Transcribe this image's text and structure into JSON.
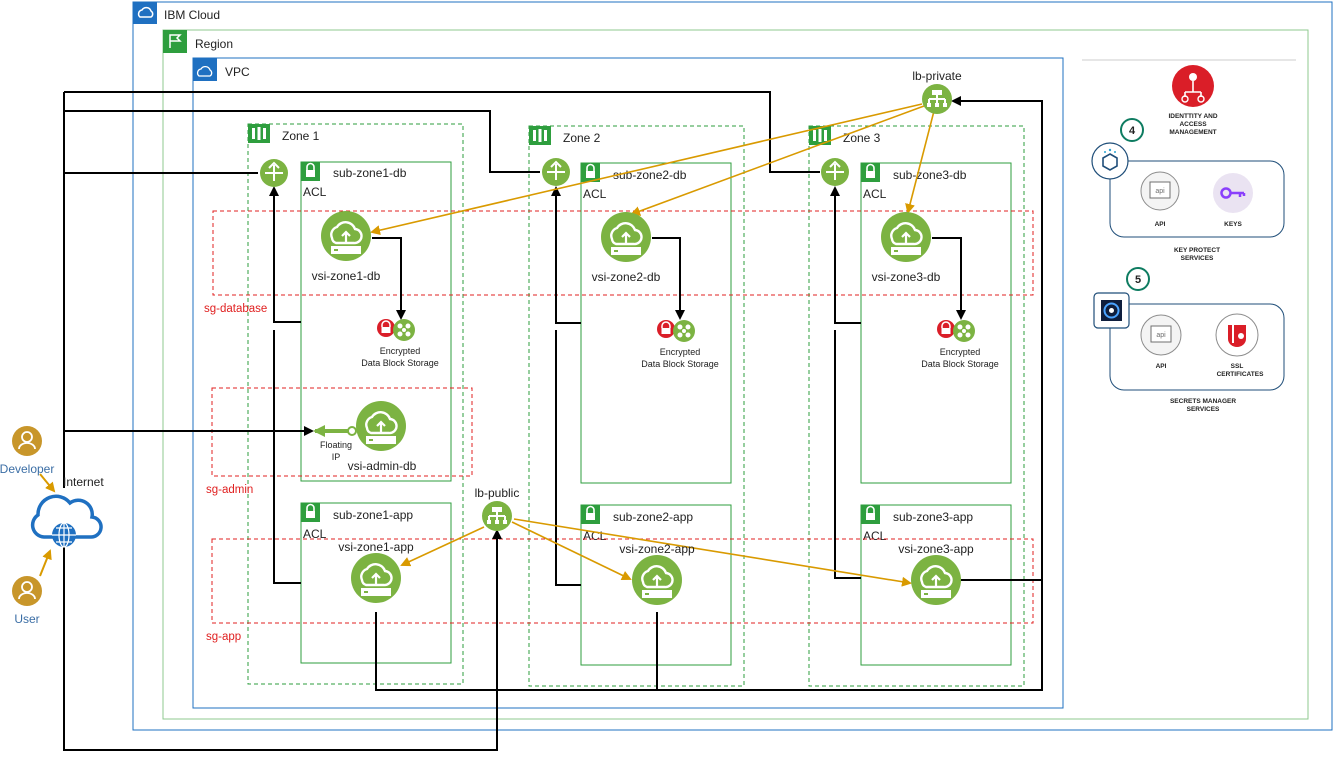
{
  "containers": {
    "cloud": "IBM Cloud",
    "region": "Region",
    "vpc": "VPC",
    "zones": [
      "Zone 1",
      "Zone 2",
      "Zone 3"
    ]
  },
  "subnets": {
    "db": [
      "sub-zone1-db",
      "sub-zone2-db",
      "sub-zone3-db"
    ],
    "app": [
      "sub-zone1-app",
      "sub-zone2-app",
      "sub-zone3-app"
    ],
    "acl": "ACL"
  },
  "security_groups": {
    "database": "sg-database",
    "admin": "sg-admin",
    "app": "sg-app"
  },
  "instances": {
    "db": [
      "vsi-zone1-db",
      "vsi-zone2-db",
      "vsi-zone3-db"
    ],
    "app": [
      "vsi-zone1-app",
      "vsi-zone2-app",
      "vsi-zone3-app"
    ],
    "admin": "vsi-admin-db"
  },
  "storage": {
    "line1": "Encrypted",
    "line2": "Data Block Storage"
  },
  "floating_ip": {
    "line1": "Floating",
    "line2": "IP"
  },
  "load_balancers": {
    "private": "lb-private",
    "public": "lb-public"
  },
  "external": {
    "internet": "Internet",
    "developer": "Developer",
    "user": "User"
  },
  "services": {
    "iam": {
      "line1": "IDENTTITY AND",
      "line2": "ACCESS",
      "line3": "MANAGEMENT"
    },
    "key_protect": {
      "badge": "4",
      "api": "API",
      "keys": "KEYS",
      "title_line1": "KEY PROTECT",
      "title_line2": "SERVICES"
    },
    "secrets_manager": {
      "badge": "5",
      "api": "API",
      "ssl_line1": "SSL",
      "ssl_line2": "CERTIFICATES",
      "title_line1": "SECRETS MANAGER",
      "title_line2": "SERVICES"
    }
  },
  "colors": {
    "cloud_border": "#1f70c1",
    "region_border": "#8fc98f",
    "vpc_border": "#1f70c1",
    "zone_border": "#2e9e3e",
    "subnet_border": "#2e9e3e",
    "sg_border": "#e02020",
    "vsi_green": "#7cb342",
    "lb_arrow": "#d99a00",
    "connector": "#000000",
    "person_gold": "#c8962a",
    "iam_red": "#da1e28",
    "badge_teal": "#0e7c61"
  }
}
